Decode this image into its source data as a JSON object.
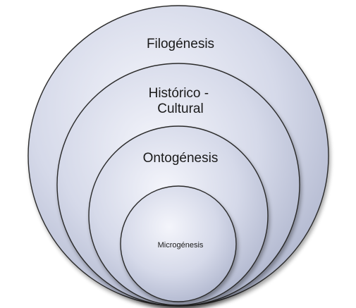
{
  "diagram": {
    "levels": [
      {
        "label_lines": [
          "Filogénesis"
        ]
      },
      {
        "label_lines": [
          "Histórico -",
          "Cultural"
        ]
      },
      {
        "label_lines": [
          "Ontogénesis"
        ]
      },
      {
        "label_lines": [
          "Microgénesis"
        ]
      }
    ],
    "colors": {
      "fill_light": "#f4f5fb",
      "fill_mid": "#d5d9e9",
      "fill_dark": "#a9b0c9",
      "stroke": "#2b2b2b"
    }
  }
}
